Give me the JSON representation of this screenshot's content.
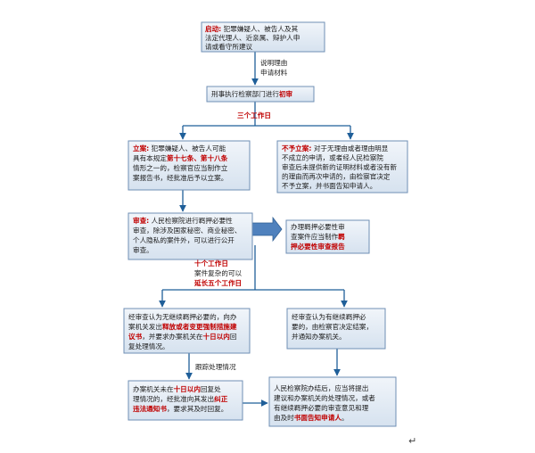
{
  "boxes": [
    {
      "id": "start",
      "lines": [
        [
          {
            "t": "启动:",
            "r": true
          },
          {
            "t": " 犯罪嫌疑人、被告人及其"
          }
        ],
        [
          {
            "t": "法定代理人、近亲属、辩护人申"
          }
        ],
        [
          {
            "t": "请或看守所建议"
          }
        ]
      ]
    },
    {
      "id": "review",
      "lines": [
        [
          {
            "t": "刑事执行检察部门进行"
          },
          {
            "t": "初审",
            "r": true
          }
        ]
      ]
    },
    {
      "id": "file",
      "lines": [
        [
          {
            "t": "立案:",
            "r": true
          },
          {
            "t": " 犯罪嫌疑人、被告人可能"
          }
        ],
        [
          {
            "t": "具有本规定"
          },
          {
            "t": "第十七条、第十八条",
            "r": true
          }
        ],
        [
          {
            "t": "情形之一的，检察官应当制作立"
          }
        ],
        [
          {
            "t": "案报告书，经批准后予以立案。"
          }
        ]
      ]
    },
    {
      "id": "nofile",
      "lines": [
        [
          {
            "t": "不予立案:",
            "r": true
          },
          {
            "t": " 对于无理由或者理由明显"
          }
        ],
        [
          {
            "t": "不成立的申请，或者经人民检察院"
          }
        ],
        [
          {
            "t": "审查后未提供新的证明材料或者没有新"
          }
        ],
        [
          {
            "t": "的理由而再次申请的，由检察官决定"
          }
        ],
        [
          {
            "t": "不予立案，并书面告知申请人。"
          }
        ]
      ]
    },
    {
      "id": "examine",
      "lines": [
        [
          {
            "t": "审查:",
            "r": true
          },
          {
            "t": " 人民检察院进行羁押必要性"
          }
        ],
        [
          {
            "t": "审查，除涉及国家秘密、商业秘密、"
          }
        ],
        [
          {
            "t": "个人隐私的案件外，可以进行公开"
          }
        ],
        [
          {
            "t": "审查。"
          }
        ]
      ]
    },
    {
      "id": "report",
      "lines": [
        [
          {
            "t": "办理羁押必要性审"
          }
        ],
        [
          {
            "t": "查案件应当制作"
          },
          {
            "t": "羁",
            "r": true
          }
        ],
        [
          {
            "t": "押必要性审查报告",
            "r": true
          }
        ]
      ]
    },
    {
      "id": "release",
      "lines": [
        [
          {
            "t": "经审查认为无继续羁押必要的，向办"
          }
        ],
        [
          {
            "t": "案机关发出"
          },
          {
            "t": "释放或者变更强制措施建",
            "r": true
          }
        ],
        [
          {
            "t": "议书",
            "r": true
          },
          {
            "t": "，并要求办案机关在"
          },
          {
            "t": "十日以内",
            "r": true
          },
          {
            "t": "回"
          }
        ],
        [
          {
            "t": "复处理情况。"
          }
        ]
      ]
    },
    {
      "id": "keep",
      "lines": [
        [
          {
            "t": "经审查认为有继续羁押必"
          }
        ],
        [
          {
            "t": "要的，由检察官决定结案，"
          }
        ],
        [
          {
            "t": "并通知办案机关。"
          }
        ]
      ]
    },
    {
      "id": "reply",
      "lines": [
        [
          {
            "t": "办案机关未在"
          },
          {
            "t": "十日以内",
            "r": true
          },
          {
            "t": "回复处"
          }
        ],
        [
          {
            "t": "理情况的，经批准向其发出"
          },
          {
            "t": "纠正",
            "r": true
          }
        ],
        [
          {
            "t": "违法通知书",
            "r": true
          },
          {
            "t": "，要求其及时回复。"
          }
        ]
      ]
    },
    {
      "id": "close",
      "lines": [
        [
          {
            "t": "人民检察院办结后，应当将提出"
          }
        ],
        [
          {
            "t": "建议和办案机关的处理情况，或者"
          }
        ],
        [
          {
            "t": "有继续羁押必要的审查意见和理"
          }
        ],
        [
          {
            "t": "由及时"
          },
          {
            "t": "书面告知申请人",
            "r": true
          },
          {
            "t": "。"
          }
        ]
      ]
    }
  ],
  "edge_labels": {
    "materials_1": "说明理由",
    "materials_2": "申请材料",
    "three_days": "三个工作日",
    "ten_days": "十个工作日",
    "complex_1": "案件复杂的可以",
    "complex_2": "延长五个工作日",
    "track": "跟踪处理情况"
  },
  "cursor_mark": "↵"
}
